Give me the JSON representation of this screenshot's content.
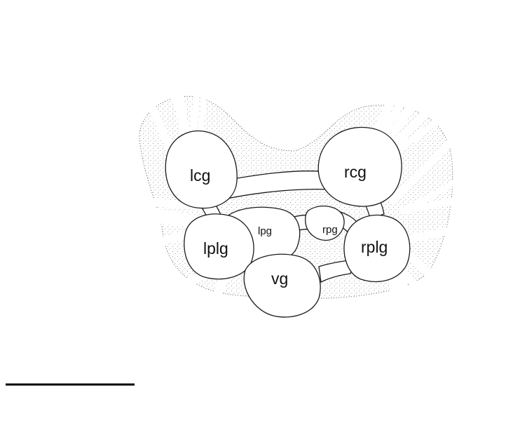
{
  "figure": {
    "labels": {
      "lcg": "lcg",
      "rcg": "rcg",
      "lpg": "lpg",
      "rpg": "rpg",
      "lplg": "lplg",
      "rplg": "rplg",
      "vg": "vg"
    },
    "colors": {
      "ink": "#1a1a1a",
      "stipple": "#8a8a8a",
      "background": "#ffffff"
    }
  }
}
